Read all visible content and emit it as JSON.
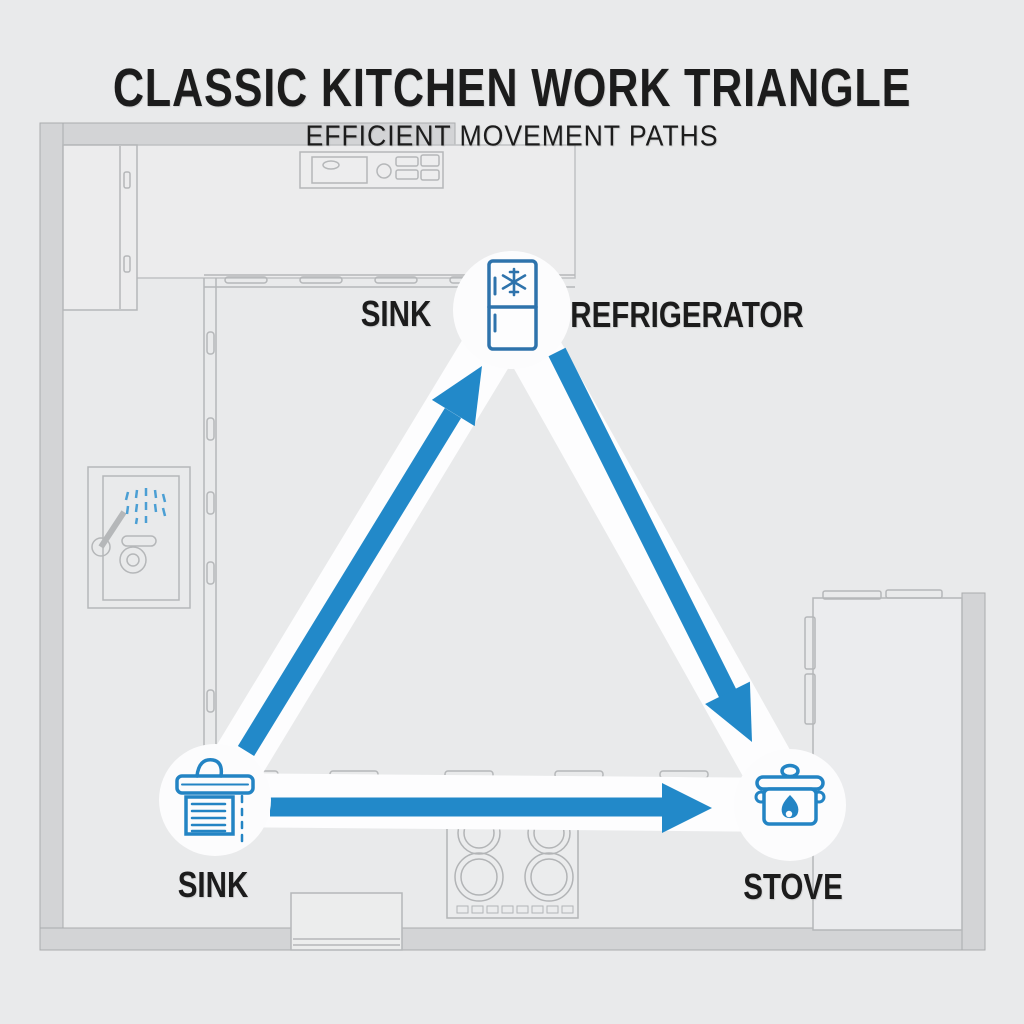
{
  "title": "CLASSIC KITCHEN WORK TRIANGLE",
  "subtitle": "EFFICIENT MOVEMENT PATHS",
  "diagram": {
    "type": "kitchen-work-triangle",
    "nodes": [
      {
        "id": "refrigerator",
        "label": "REFRIGERATOR",
        "icon": "refrigerator-icon",
        "position": "top-center"
      },
      {
        "id": "sink",
        "label": "SINK",
        "icon": "sink-icon",
        "position": "bottom-left"
      },
      {
        "id": "stove",
        "label": "STOVE",
        "icon": "stove-pot-icon",
        "position": "bottom-right"
      }
    ],
    "extra_labels": [
      {
        "text": "SINK",
        "position": "left-of-refrigerator-node"
      }
    ],
    "edges": [
      {
        "from": "sink",
        "to": "refrigerator",
        "arrow": "points-up-to-refrigerator"
      },
      {
        "from": "refrigerator",
        "to": "stove",
        "arrow": "points-down-to-stove"
      },
      {
        "from": "sink",
        "to": "stove",
        "arrow": "points-right-to-stove"
      }
    ],
    "background": "faded kitchen floor plan with counters, wall sink, cooktop and cabinets"
  },
  "colors": {
    "background": "#e9eaeb",
    "wall_gray": "#d3d4d6",
    "outline_gray": "#b5b7b9",
    "arrow_blue": "#2289c9",
    "icon_blue_dark": "#2e73ac",
    "icon_blue": "#2384c4",
    "node_white": "#fcfcfd",
    "text_black": "#1c1c1c"
  }
}
